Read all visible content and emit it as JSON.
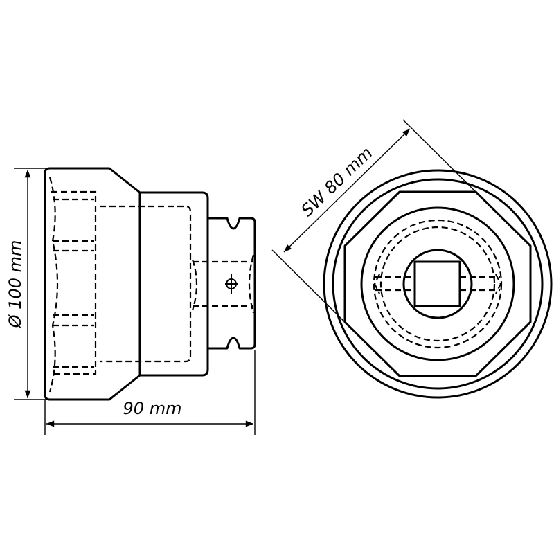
{
  "dimensions": {
    "diameter": "Ø 100 mm",
    "length": "90 mm",
    "across_flats": "SW 80 mm"
  },
  "colors": {
    "line": "#000000",
    "background": "#ffffff"
  }
}
